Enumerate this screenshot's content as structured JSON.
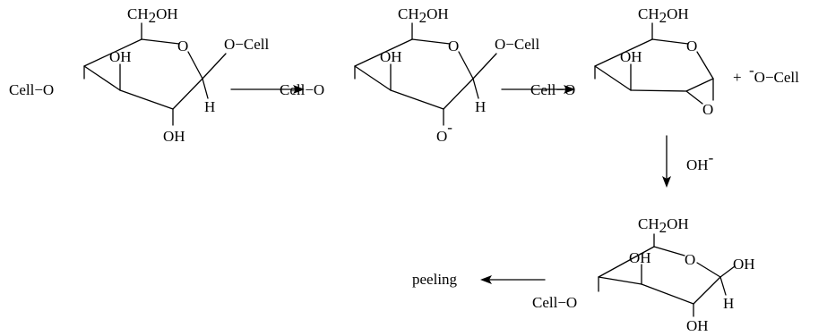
{
  "molecule_1": {
    "ch2oh_prefix": "CH",
    "ch2oh_sub": "2",
    "ch2oh_suffix": "OH",
    "ring_o": "O",
    "ocell": "O−Cell",
    "oh_c3": "OH",
    "h_c1": "H",
    "cell_o": "Cell−O",
    "oh_c2": "OH"
  },
  "molecule_2": {
    "ch2oh_prefix": "CH",
    "ch2oh_sub": "2",
    "ch2oh_suffix": "OH",
    "ring_o": "O",
    "ocell": "O−Cell",
    "oh_c3": "OH",
    "h_c1": "H",
    "cell_o": "Cell−O",
    "o_anion": "O",
    "o_anion_charge": "-"
  },
  "molecule_3": {
    "ch2oh_prefix": "CH",
    "ch2oh_sub": "2",
    "ch2oh_suffix": "OH",
    "ring_o": "O",
    "oh_c3": "OH",
    "cell_o": "Cell−O",
    "epoxide_o": "O",
    "plus": "+",
    "leaving_charge": "-",
    "leaving_group": "O−Cell"
  },
  "reagent": {
    "text": "OH",
    "charge": "-"
  },
  "molecule_4": {
    "ch2oh_prefix": "CH",
    "ch2oh_sub": "2",
    "ch2oh_suffix": "OH",
    "ring_o": "O",
    "oh_c1": "OH",
    "oh_c3": "OH",
    "h_c1": "H",
    "cell_o": "Cell−O",
    "oh_c2": "OH"
  },
  "product_label": "peeling"
}
